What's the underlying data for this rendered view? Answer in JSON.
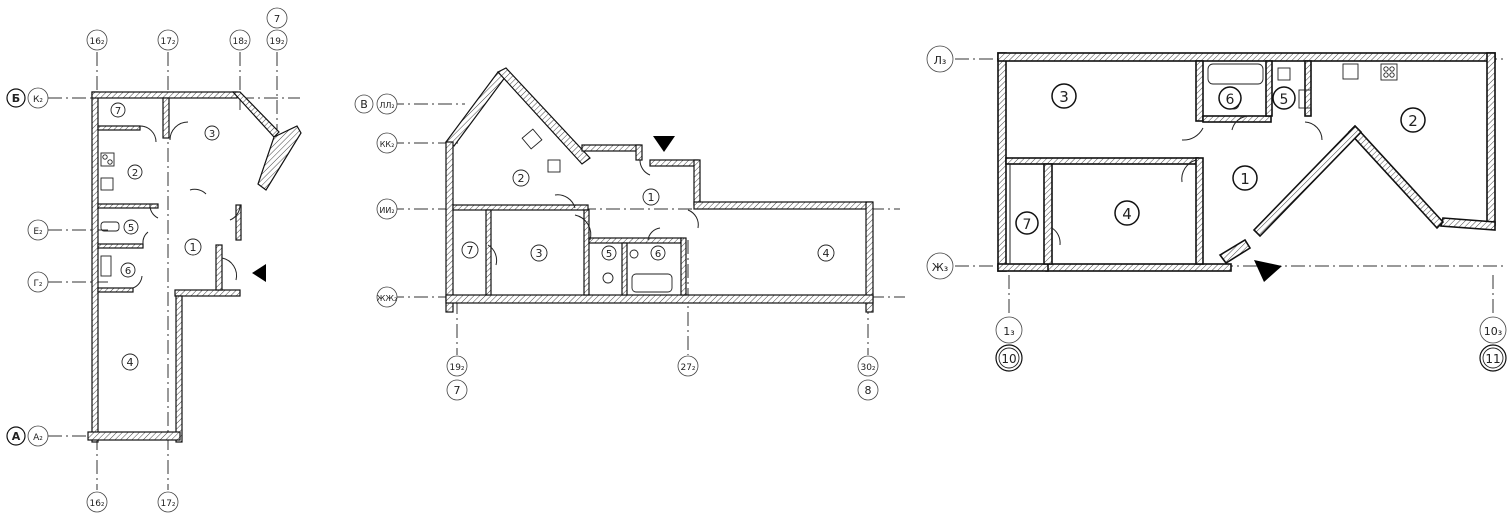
{
  "plan_1": {
    "axes_top": [
      "16₂",
      "17₂",
      "18₂",
      "19₂"
    ],
    "axis_top_extra": "7",
    "axes_bottom": [
      "16₂",
      "17₂"
    ],
    "axes_left": [
      "К₂",
      "Е₂",
      "Г₂",
      "А₂"
    ],
    "section_letters": [
      "Б",
      "А"
    ],
    "rooms": [
      "1",
      "2",
      "3",
      "4",
      "5",
      "6",
      "7"
    ]
  },
  "plan_2": {
    "axes_left": [
      "ЛЛ₂",
      "КК₂",
      "ИИ₂",
      "ЖЖ₂"
    ],
    "section_letter": "В",
    "axes_bottom": [
      "19₂",
      "27₂",
      "30₂"
    ],
    "axes_bottom_big": [
      "7",
      "8"
    ],
    "rooms": [
      "1",
      "2",
      "3",
      "4",
      "5",
      "6",
      "7"
    ]
  },
  "plan_3": {
    "axes_left": [
      "Л₃",
      "Ж₃"
    ],
    "axes_bottom": [
      "1₃",
      "10₃"
    ],
    "axes_bottom_big": [
      "10",
      "11"
    ],
    "rooms": [
      "1",
      "2",
      "3",
      "4",
      "5",
      "6",
      "7"
    ]
  }
}
